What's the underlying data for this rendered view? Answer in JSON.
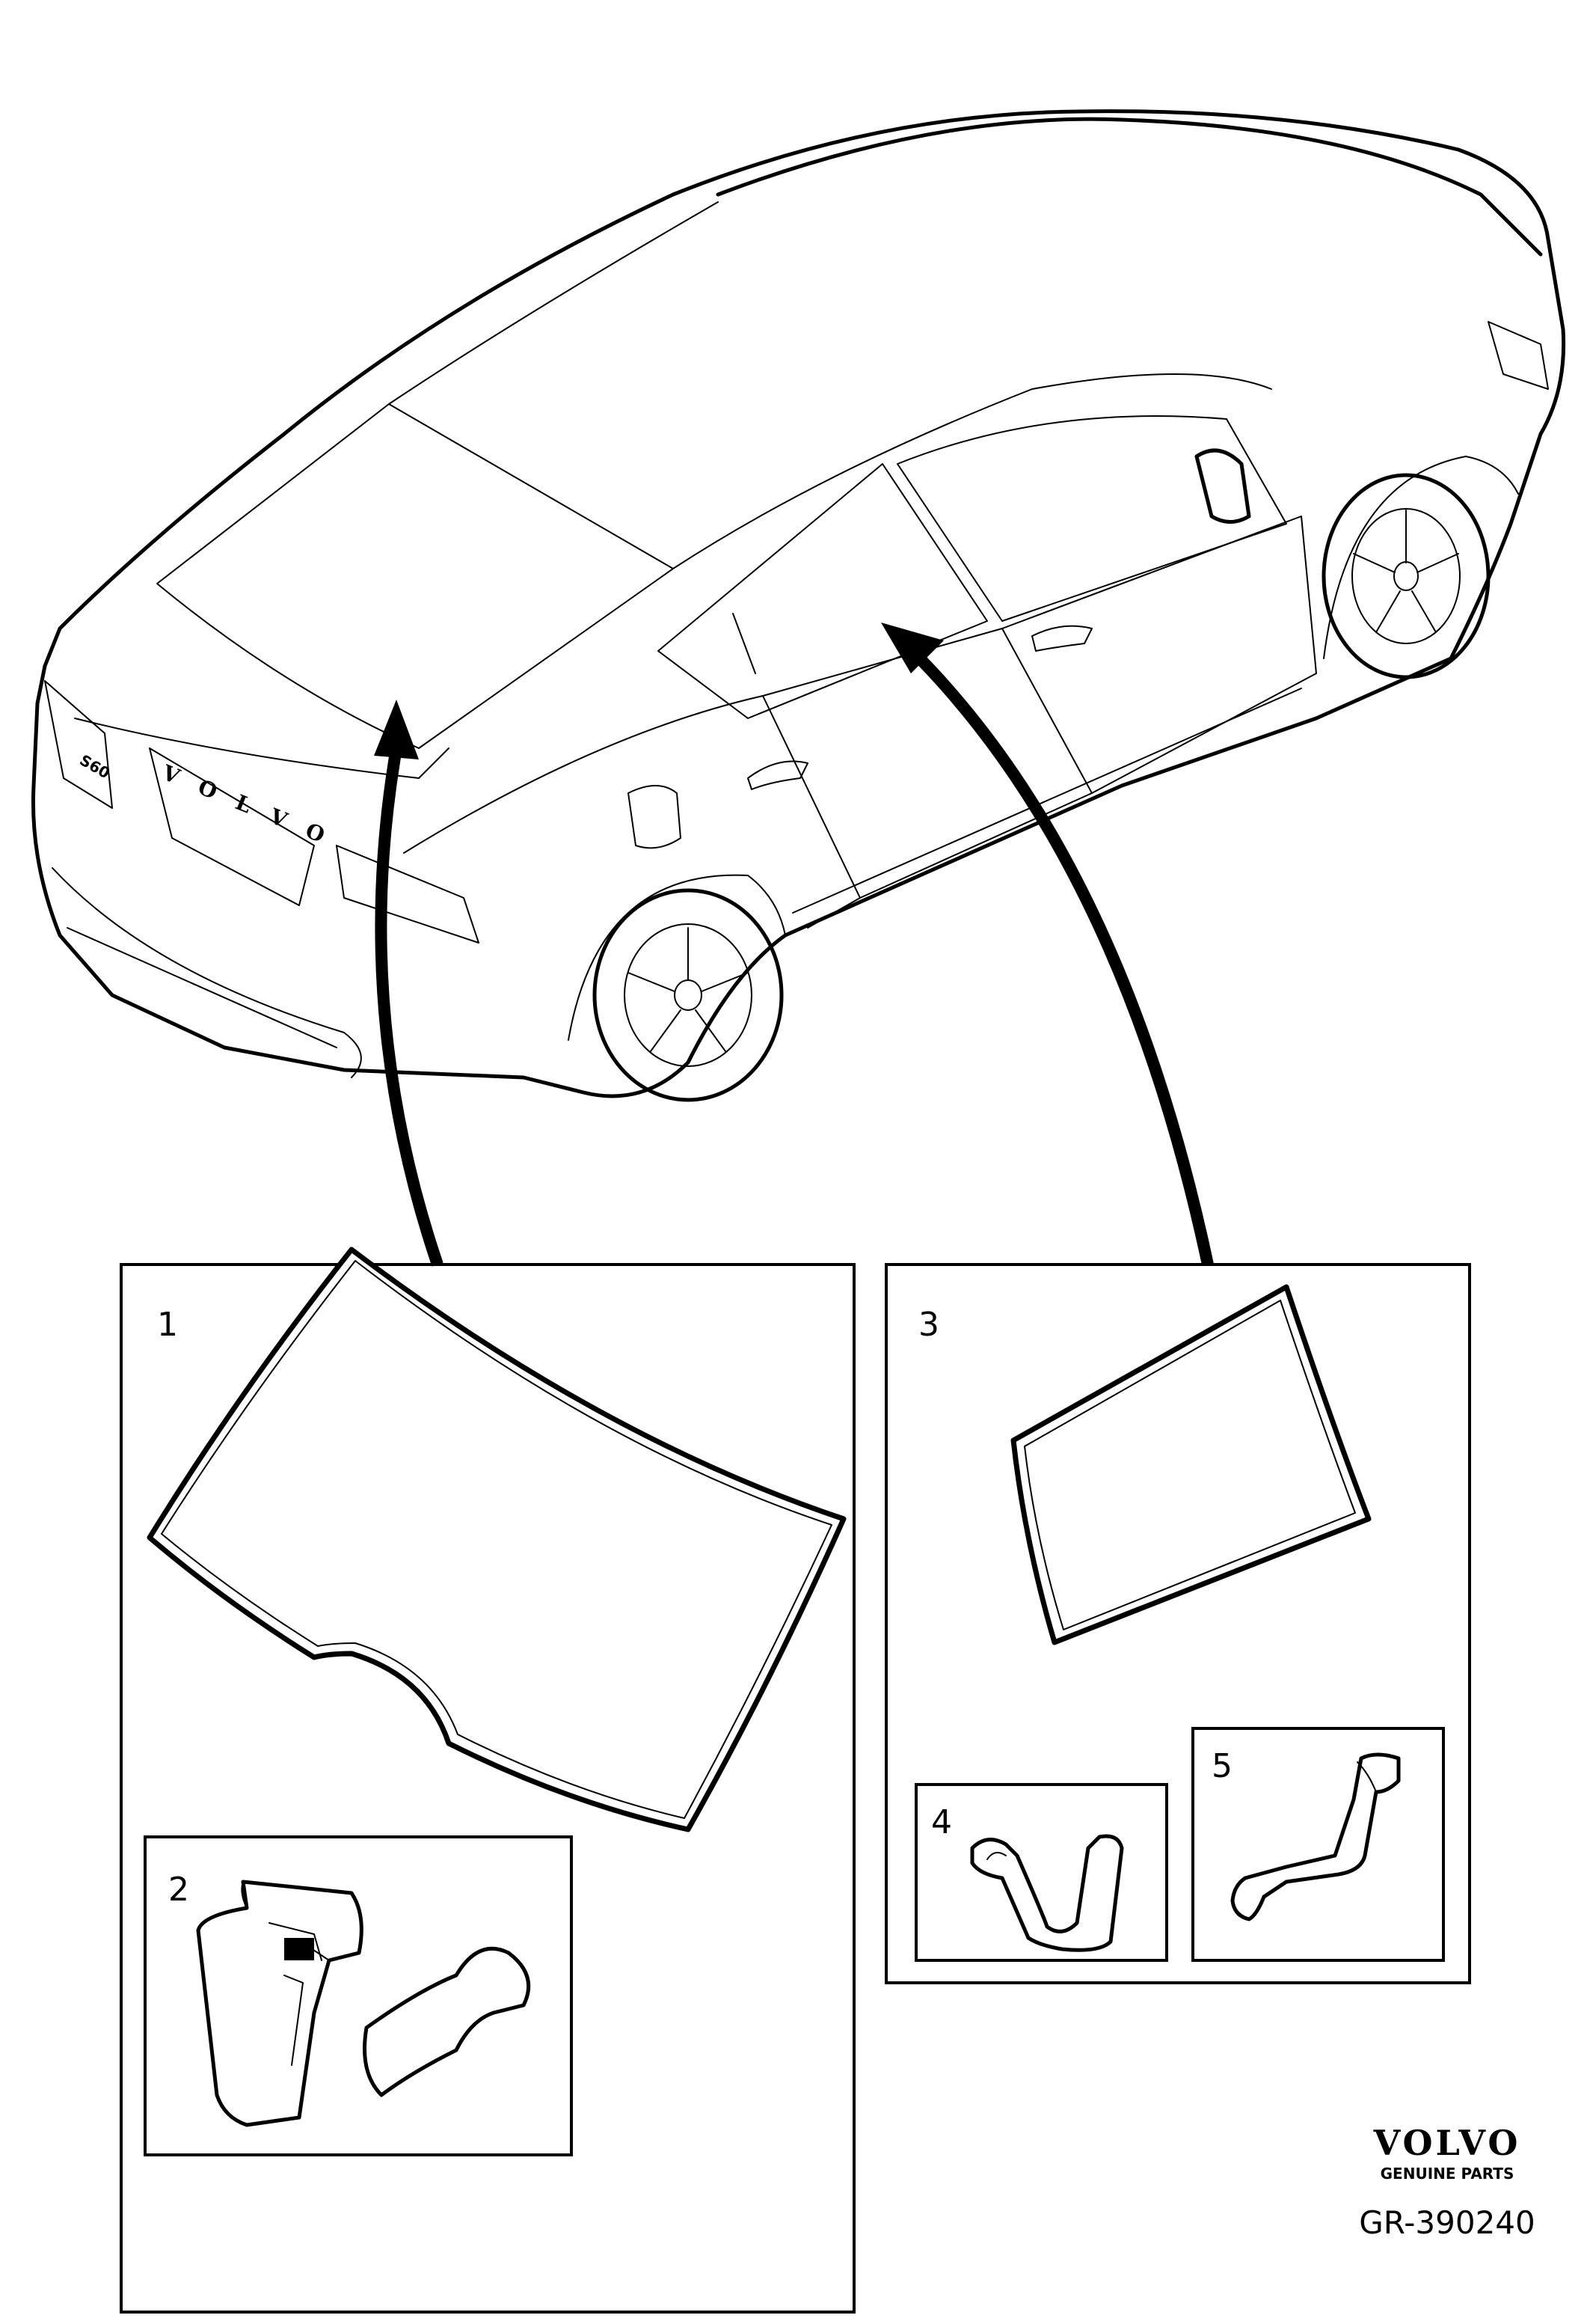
{
  "callouts": {
    "windscreen_rear": "1",
    "clip_rear": "2",
    "side_window": "3",
    "clip_a": "4",
    "clip_b": "5"
  },
  "badge": {
    "emblem": "V O L V O",
    "model": "S60"
  },
  "brand": {
    "name": "VOLVO",
    "tagline": "GENUINE PARTS"
  },
  "figure_code": "GR-390240"
}
